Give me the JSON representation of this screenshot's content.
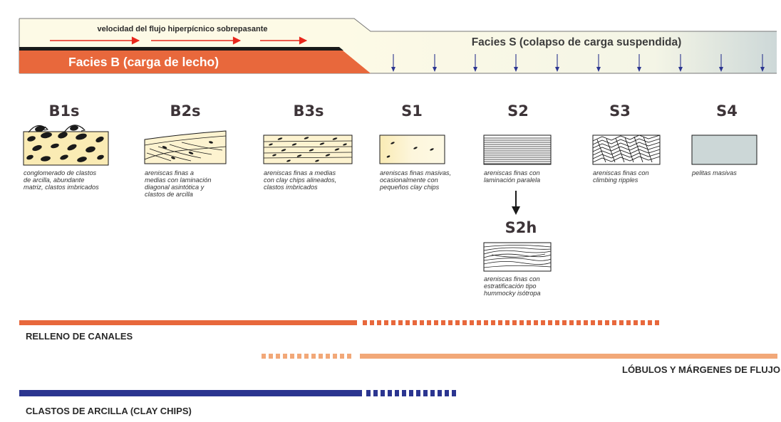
{
  "header": {
    "velocity_label": "velocidad del flujo hiperpícnico sobrepasante",
    "facies_b_label": "Facies B (carga de lecho)",
    "facies_s_label": "Facies S (colapso de carga suspendida)"
  },
  "facies": [
    {
      "code": "B1s",
      "caption": [
        "conglomerado de clastos",
        "de arcilla, abundante",
        "matriz, clastos imbricados"
      ]
    },
    {
      "code": "B2s",
      "caption": [
        "areniscas finas a",
        "medias con laminación",
        "diagonal asintótica y",
        "clastos de arcilla"
      ]
    },
    {
      "code": "B3s",
      "caption": [
        "areniscas finas a medias",
        "con clay chips alineados,",
        "clastos imbricados"
      ]
    },
    {
      "code": "S1",
      "caption": [
        "areniscas finas masivas,",
        "ocasionalmente con",
        "pequeños clay chips"
      ]
    },
    {
      "code": "S2",
      "caption": [
        "areniscas finas con",
        "laminación paralela"
      ]
    },
    {
      "code": "S3",
      "caption": [
        "areniscas finas con",
        "climbing ripples"
      ]
    },
    {
      "code": "S4",
      "caption": [
        "pelitas masivas"
      ]
    }
  ],
  "sub_facies": {
    "code": "S2h",
    "caption": [
      "areniscas finas con",
      "estratificación tipo",
      "hummocky isótropa"
    ]
  },
  "ranges": [
    {
      "label": "RELLENO DE CANALES",
      "color": "#e8683c"
    },
    {
      "label": "LÓBULOS Y MÁRGENES DE FLUJO",
      "color": "#f2a878"
    },
    {
      "label": "CLASTOS DE ARCILLA (CLAY CHIPS)",
      "color": "#2b3590"
    }
  ],
  "colors": {
    "cream": "#fdfae6",
    "facies_b": "#e8683c",
    "s4_fill": "#ccd7d7",
    "arrow_red": "#e8261c",
    "arrow_blue": "#2b3590"
  }
}
